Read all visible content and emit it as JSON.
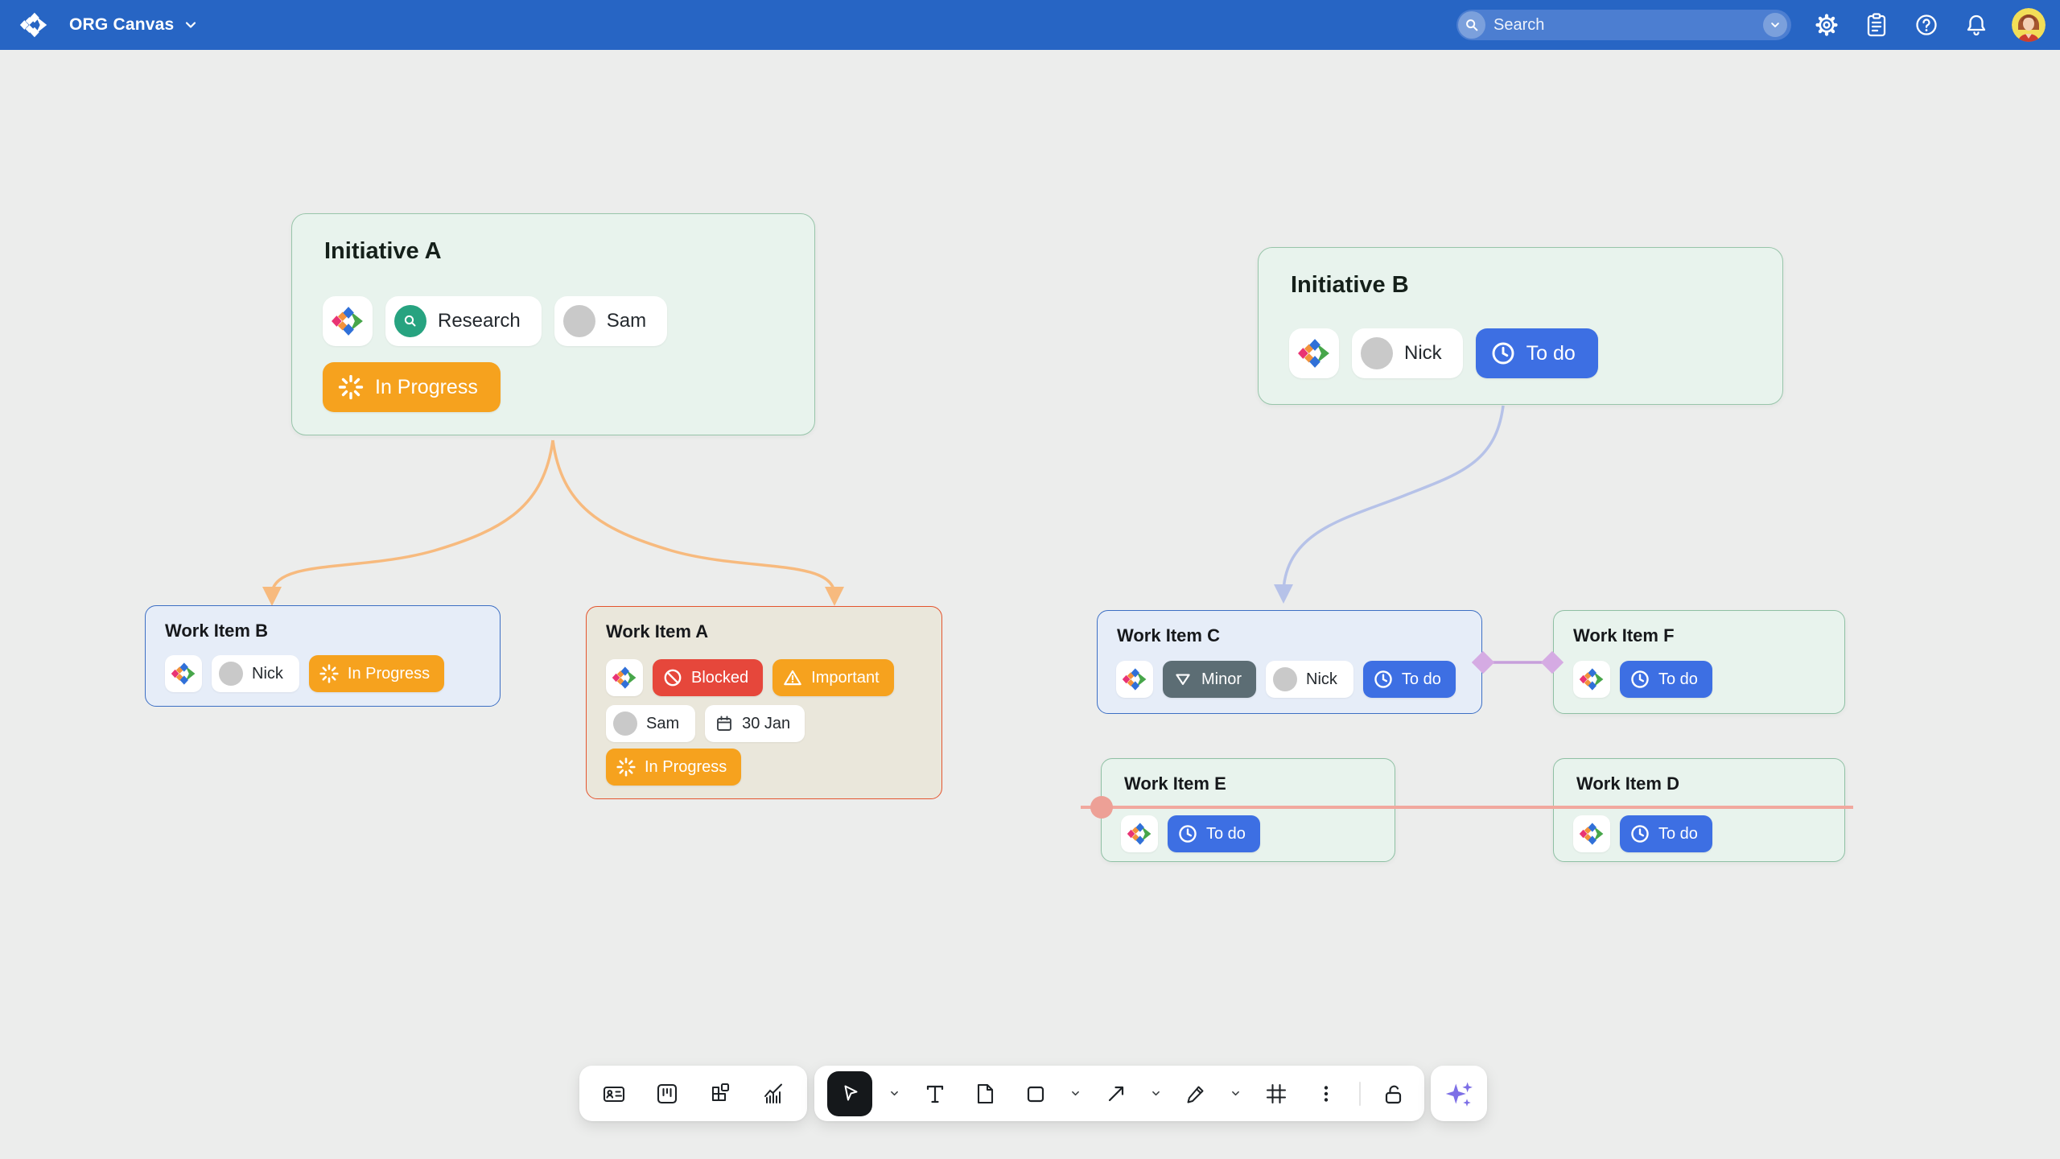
{
  "header": {
    "app_title": "ORG Canvas",
    "search_placeholder": "Search",
    "right_icons": [
      "settings-icon",
      "clipboard-icon",
      "help-icon",
      "bell-icon",
      "user-avatar"
    ]
  },
  "cards": {
    "initiative_a": {
      "title": "Initiative A",
      "label": "Research",
      "label_icon": "magnifier-icon",
      "assignee": "Sam",
      "status": "In Progress",
      "status_icon": "spinner-icon"
    },
    "initiative_b": {
      "title": "Initiative B",
      "assignee": "Nick",
      "status": "To do",
      "status_icon": "clock-icon"
    },
    "work_item_b": {
      "title": "Work Item B",
      "assignee": "Nick",
      "status": "In Progress",
      "status_icon": "spinner-icon"
    },
    "work_item_a": {
      "title": "Work Item A",
      "tag_blocked": "Blocked",
      "tag_blocked_icon": "no-entry-icon",
      "tag_important": "Important",
      "tag_important_icon": "warning-icon",
      "assignee": "Sam",
      "due_date": "30 Jan",
      "due_date_icon": "calendar-icon",
      "status": "In Progress",
      "status_icon": "spinner-icon"
    },
    "work_item_c": {
      "title": "Work Item C",
      "severity": "Minor",
      "severity_icon": "triangle-down-icon",
      "assignee": "Nick",
      "status": "To do",
      "status_icon": "clock-icon"
    },
    "work_item_f": {
      "title": "Work Item F",
      "status": "To do",
      "status_icon": "clock-icon"
    },
    "work_item_e": {
      "title": "Work Item E",
      "status": "To do",
      "status_icon": "clock-icon"
    },
    "work_item_d": {
      "title": "Work Item D",
      "status": "To do",
      "status_icon": "clock-icon"
    }
  },
  "toolbar": {
    "left_tools": [
      "id-card-tool",
      "kanban-board-tool",
      "layout-blocks-tool",
      "chart-tool"
    ],
    "main_tools": [
      "select-tool",
      "text-tool",
      "document-tool",
      "shape-tool",
      "connector-tool",
      "pencil-tool",
      "frame-tool",
      "more-tool",
      "lock-tool"
    ],
    "ai_tool": "ai-sparkle-tool"
  },
  "colors": {
    "header_blue": "#2765C4",
    "canvas_bg": "#ECEDEC",
    "mint_bg": "#E8F3ED",
    "mint_border": "#98C5AA",
    "blue_card_bg": "#E6EDF8",
    "blue_card_border": "#3D6FC4",
    "tan_bg": "#EAE7DB",
    "tan_border": "#E4552F",
    "status_orange": "#F6A21E",
    "status_red": "#E6473B",
    "status_blue": "#3D6FE3",
    "status_slate": "#5C6D74",
    "label_green": "#27A380",
    "connector_orange": "#F7BA7E",
    "connector_blue": "#B6C2E8",
    "connector_purple": "#C79FDB",
    "connector_red": "#F1A89E",
    "ai_purple": "#7D6FE6"
  }
}
